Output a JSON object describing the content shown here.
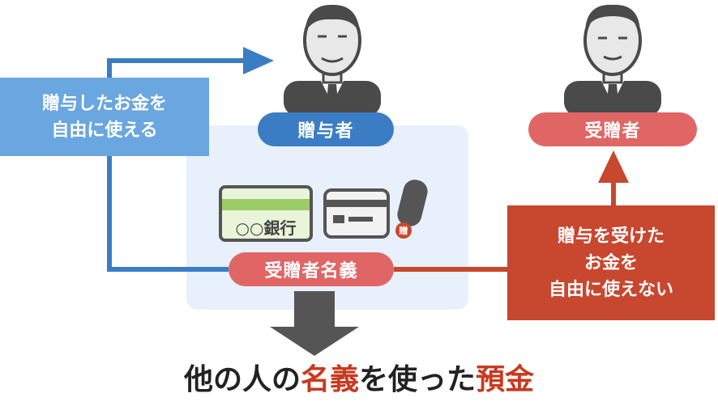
{
  "donor_label": "贈与者",
  "recipient_label": "受贈者",
  "account_name_label": "受贈者名義",
  "donor_box": {
    "line1": "贈与したお金を",
    "line2": "自由に使える"
  },
  "recipient_box": {
    "line1": "贈与を受けた",
    "line2": "お金を",
    "line3": "自由に使えない"
  },
  "bankbook_text": "○○銀行",
  "seal_text": "贈",
  "title": {
    "part1": "他の人の",
    "highlight1": "名義",
    "part2": "を使った",
    "highlight2": "預金"
  },
  "colors": {
    "blue": "#3b7dc4",
    "light_blue": "#6aa6df",
    "red": "#c8472f",
    "pink_red": "#e06666",
    "panel": "#e8f1fb"
  }
}
